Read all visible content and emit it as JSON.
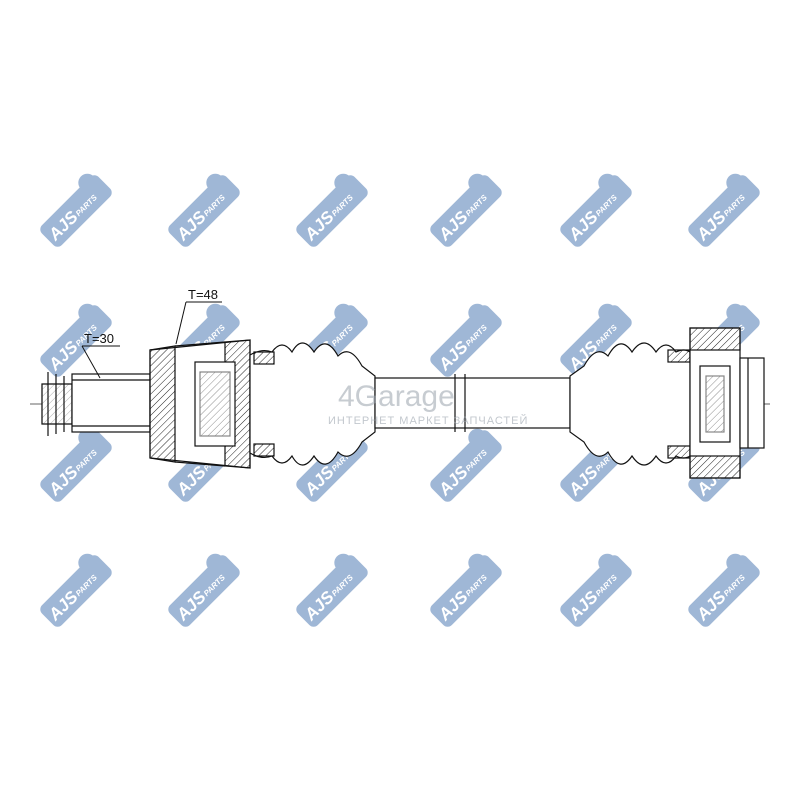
{
  "watermark": {
    "brand": "AJS",
    "sub": "PARTS",
    "color": "#9fb7d6"
  },
  "site_watermark": {
    "name": "4Garage",
    "tagline": "ИНТЕРНЕТ МАРКЕТ ЗАПЧАСТЕЙ"
  },
  "dimensions": [
    {
      "id": "spline",
      "label": "T=30"
    },
    {
      "id": "inner_joint",
      "label": "T=48"
    }
  ]
}
